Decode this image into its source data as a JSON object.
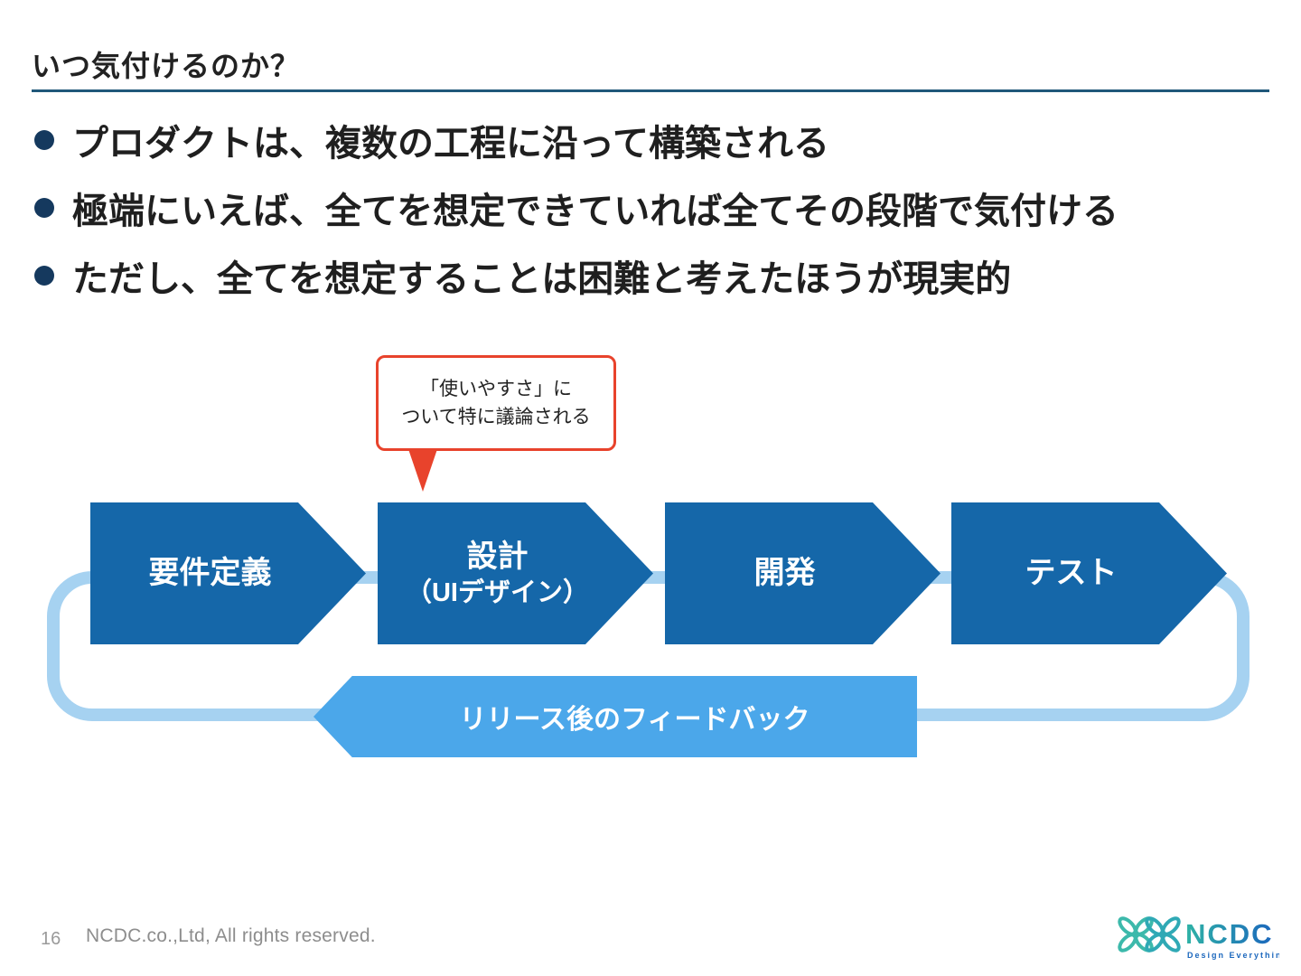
{
  "slide": {
    "title": "いつ気付けるのか？",
    "bullets": [
      "プロダクトは、複数の工程に沿って構築される",
      "極端にいえば、全てを想定できていれば全てその段階で気付ける",
      "ただし、全てを想定することは困難と考えたほうが現実的"
    ],
    "callout": {
      "line1": "「使いやすさ」に",
      "line2": "ついて特に議論される"
    },
    "process": {
      "steps": [
        {
          "label": "要件定義",
          "sublabel": ""
        },
        {
          "label": "設計",
          "sublabel": "（UIデザイン）"
        },
        {
          "label": "開発",
          "sublabel": ""
        },
        {
          "label": "テスト",
          "sublabel": ""
        }
      ],
      "feedback_label": "リリース後のフィードバック"
    },
    "footer": {
      "page_number": "16",
      "copyright": "NCDC.co.,Ltd, All rights reserved.",
      "logo_text": "NCDC",
      "logo_tagline": "Design Everything"
    },
    "colors": {
      "step_arrow": "#1567A9",
      "feedback_arrow": "#4BA7EA",
      "loop_line": "#A6D2F1",
      "callout_border": "#E8432C",
      "title_underline": "#20587A",
      "bullet_dot": "#15395E",
      "logo_teal": "#3CB9AB",
      "logo_blue": "#1B67BD"
    }
  }
}
